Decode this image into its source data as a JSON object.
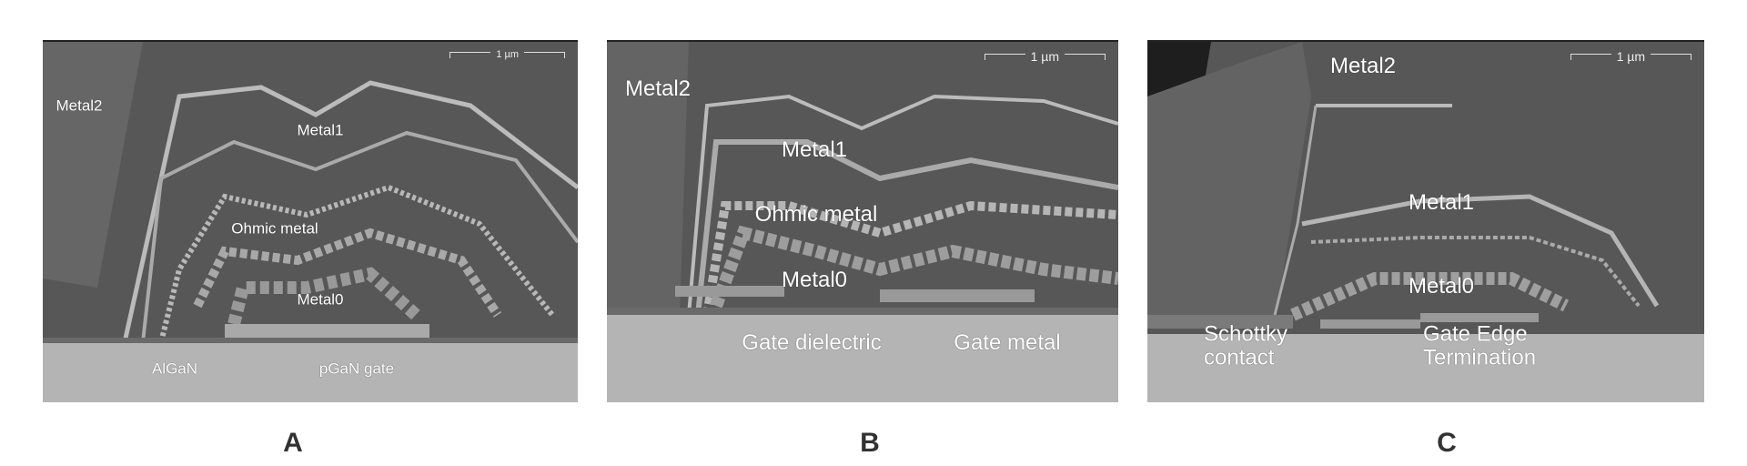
{
  "panels": [
    {
      "id": "A",
      "scale_bar": "1 µm",
      "labels": [
        "Metal2",
        "Metal1",
        "Ohmic metal",
        "Metal0",
        "AlGaN",
        "pGaN gate"
      ]
    },
    {
      "id": "B",
      "scale_bar": "1 µm",
      "labels": [
        "Metal2",
        "Metal1",
        "Ohmic metal",
        "Metal0",
        "Gate dielectric",
        "Gate metal"
      ]
    },
    {
      "id": "C",
      "scale_bar": "1 µm",
      "labels": [
        "Metal2",
        "Metal1",
        "Metal0",
        "Schottky contact",
        "Gate Edge Termination"
      ]
    }
  ]
}
